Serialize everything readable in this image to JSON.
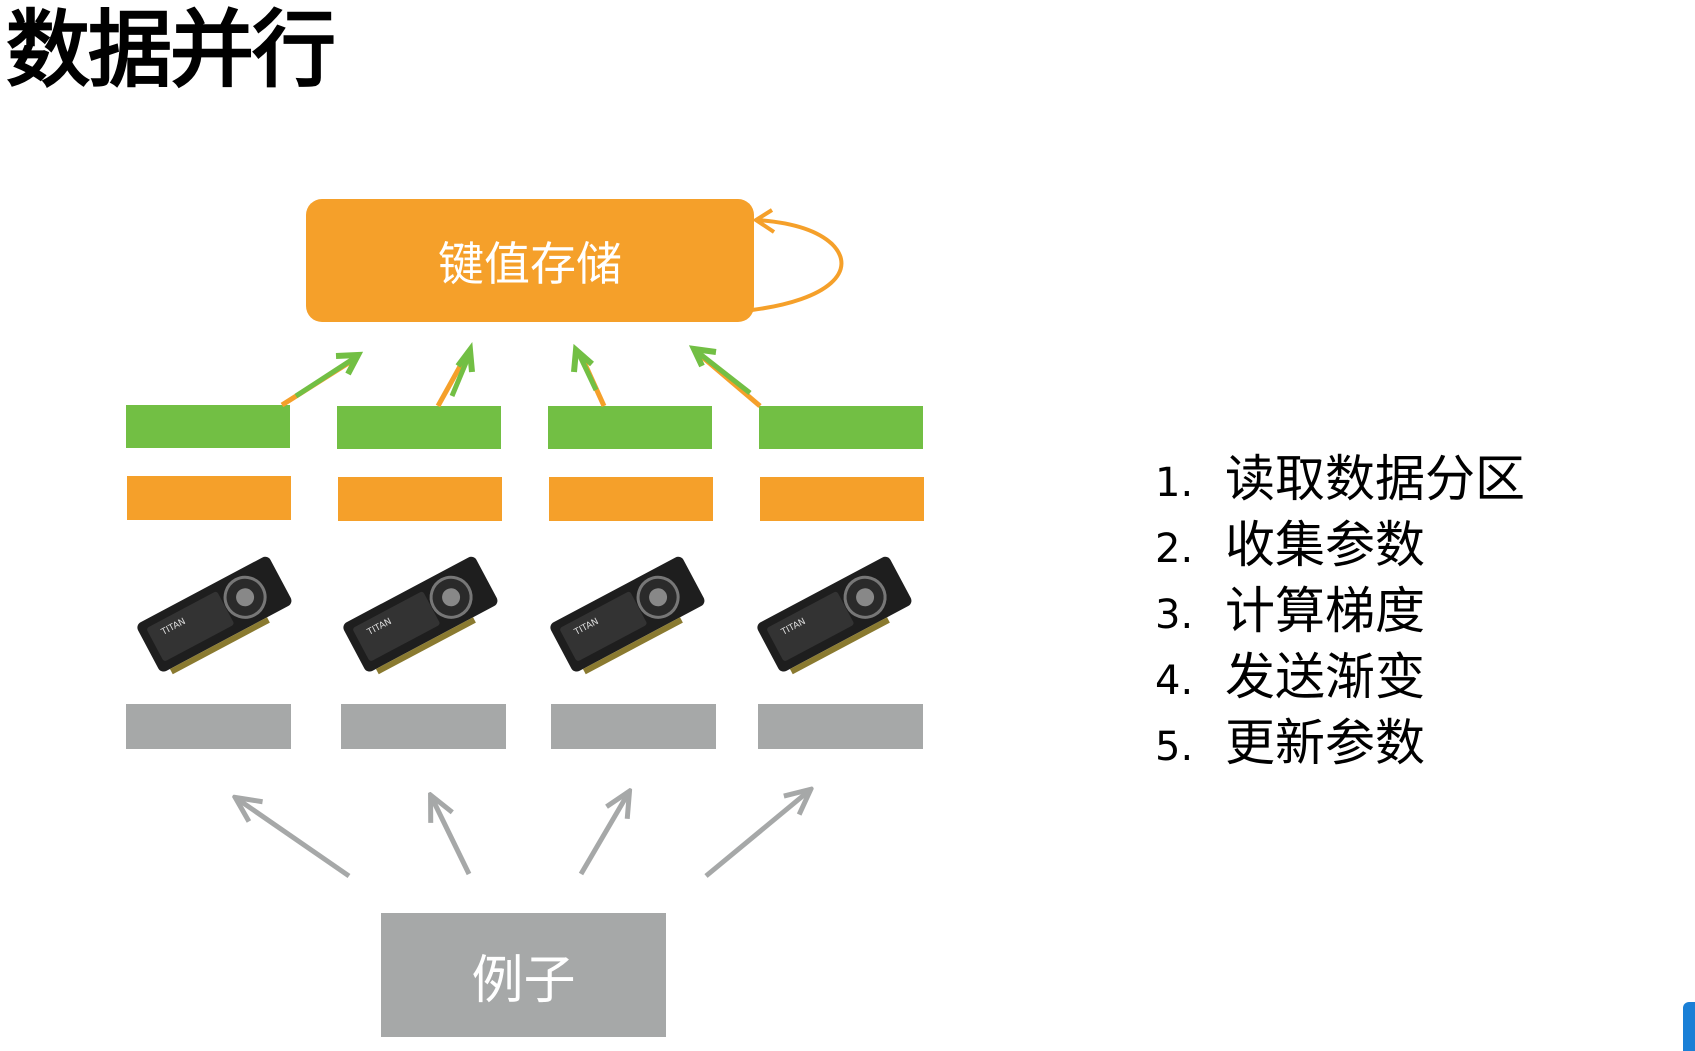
{
  "title": "数据并行",
  "kv_store": {
    "label": "键值存储"
  },
  "examples": {
    "label": "例子"
  },
  "steps": [
    {
      "num": "1.",
      "text": "读取数据分区"
    },
    {
      "num": "2.",
      "text": "收集参数"
    },
    {
      "num": "3.",
      "text": "计算梯度"
    },
    {
      "num": "4.",
      "text": "发送渐变"
    },
    {
      "num": "5.",
      "text": "更新参数"
    }
  ],
  "gpu_label": "TITAN",
  "colors": {
    "orange": "#f5a02a",
    "green": "#72bf44",
    "gray": "#a6a8a8",
    "accent_blue": "#1a7fd6"
  },
  "icons": [
    "gpu-card-icon",
    "arrow-icon",
    "self-loop-arrow-icon"
  ]
}
